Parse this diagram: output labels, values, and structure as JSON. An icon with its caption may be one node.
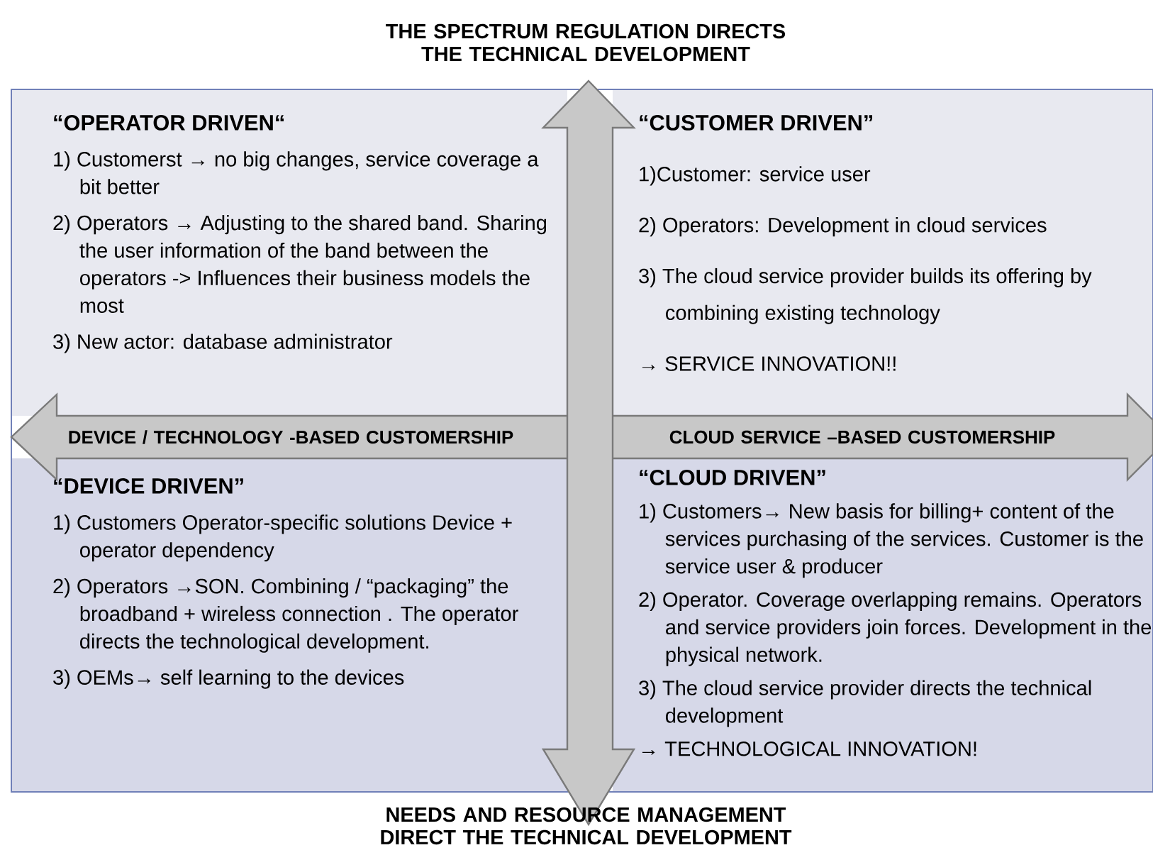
{
  "diagram": {
    "nodes": [
      {
        "text": [
          "“OPERATOR DRIVEN“",
          "1) Customerst → no big changes, service coverage a bit better",
          "2) Operators → Adjusting to the shared band. Sharing the user information of the band between the operators -> Influences their business models the most",
          "3) New actor: database administrator"
        ]
      },
      {
        "text": [
          "“CUSTOMER DRIVEN”",
          "1)Customer: service user",
          "2) Operators: Development in cloud services",
          "3) The cloud service provider builds its offering by combining existing technology",
          "→ SERVICE INNOVATION!!"
        ]
      },
      {
        "text": [
          "“DEVICE DRIVEN”",
          "1) Customers Operator-specific solutions Device + operator dependency",
          "2) Operators →SON. Combining / “packaging” the broadband + wireless connection . The operator directs the technological development.",
          "3) OEMs→ self learning to the devices"
        ]
      },
      {
        "text": [
          "“CLOUD DRIVEN”",
          "1) Customers→ New basis for billing+ content of the services purchasing of the services. Customer is the service user & producer",
          "2) Operator. Coverage overlapping remains. Operators and service providers join forces. Development in the physical network.",
          "3) The cloud service provider directs the technical development",
          "→ TECHNOLOGICAL INNOVATION!"
        ]
      }
    ],
    "labels": [
      "THE SPECTRUM REGULATION DIRECTS THE TECHNICAL DEVELOPMENT",
      "DEVICE / TECHNOLOGY -BASED CUSTOMERSHIP",
      "CLOUD SERVICE –BASED CUSTOMERSHIP",
      "NEEDS AND RESOURCE MANAGEMENT DIRECT THE TECHNICAL DEVELOPMENT"
    ]
  }
}
